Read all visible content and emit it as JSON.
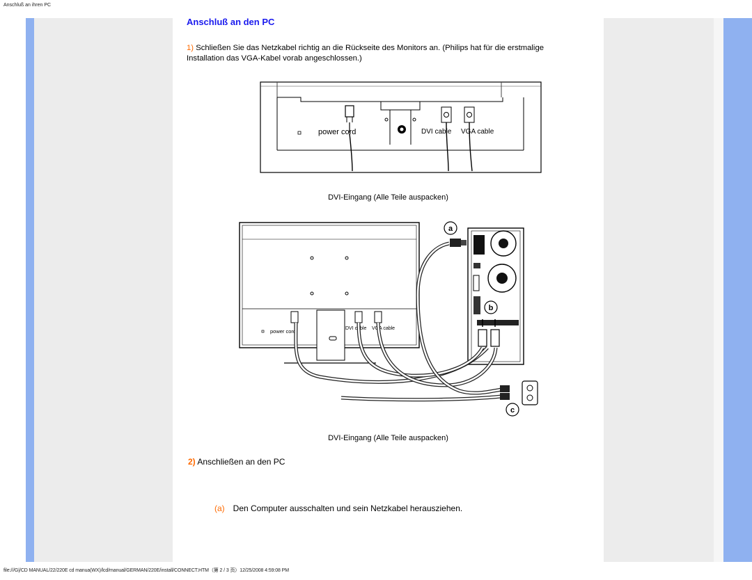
{
  "header": {
    "breadcrumb": "Anschluß an ihren PC"
  },
  "page": {
    "title": "Anschluß an den PC",
    "step1": {
      "number": "1)",
      "text": "Schließen Sie das Netzkabel richtig an die Rückseite des Monitors an. (Philips hat für die erstmalige Installation das VGA-Kabel vorab angeschlossen.)"
    },
    "figure1": {
      "power_label": "power cord",
      "dvi_label": "DVI cable",
      "vga_label": "VGA cable",
      "caption": "DVI-Eingang (Alle Teile auspacken)"
    },
    "figure2": {
      "power_label": "power cord",
      "dvi_label": "DVI cable",
      "vga_label": "VGA cable",
      "marker_a": "a",
      "marker_b": "b",
      "marker_c": "c",
      "caption": "DVI-Eingang (Alle Teile auspacken)"
    },
    "step2": {
      "number": "2)",
      "text": "Anschließen an den PC"
    },
    "step2a": {
      "letter": "(a)",
      "text": "Den Computer ausschalten und sein Netzkabel herausziehen."
    }
  },
  "footer": {
    "path": "file:///G|/CD MANUAL/22/220E cd manua(WX)/lcd/manual/GERMAN/220E/install/CONNECT.HTM（第 2 / 3 页）12/25/2008 4:59:08 PM"
  },
  "colors": {
    "side_bar": "#8fb1f0",
    "title": "#1a1aee",
    "step_number": "#ff6a00"
  }
}
